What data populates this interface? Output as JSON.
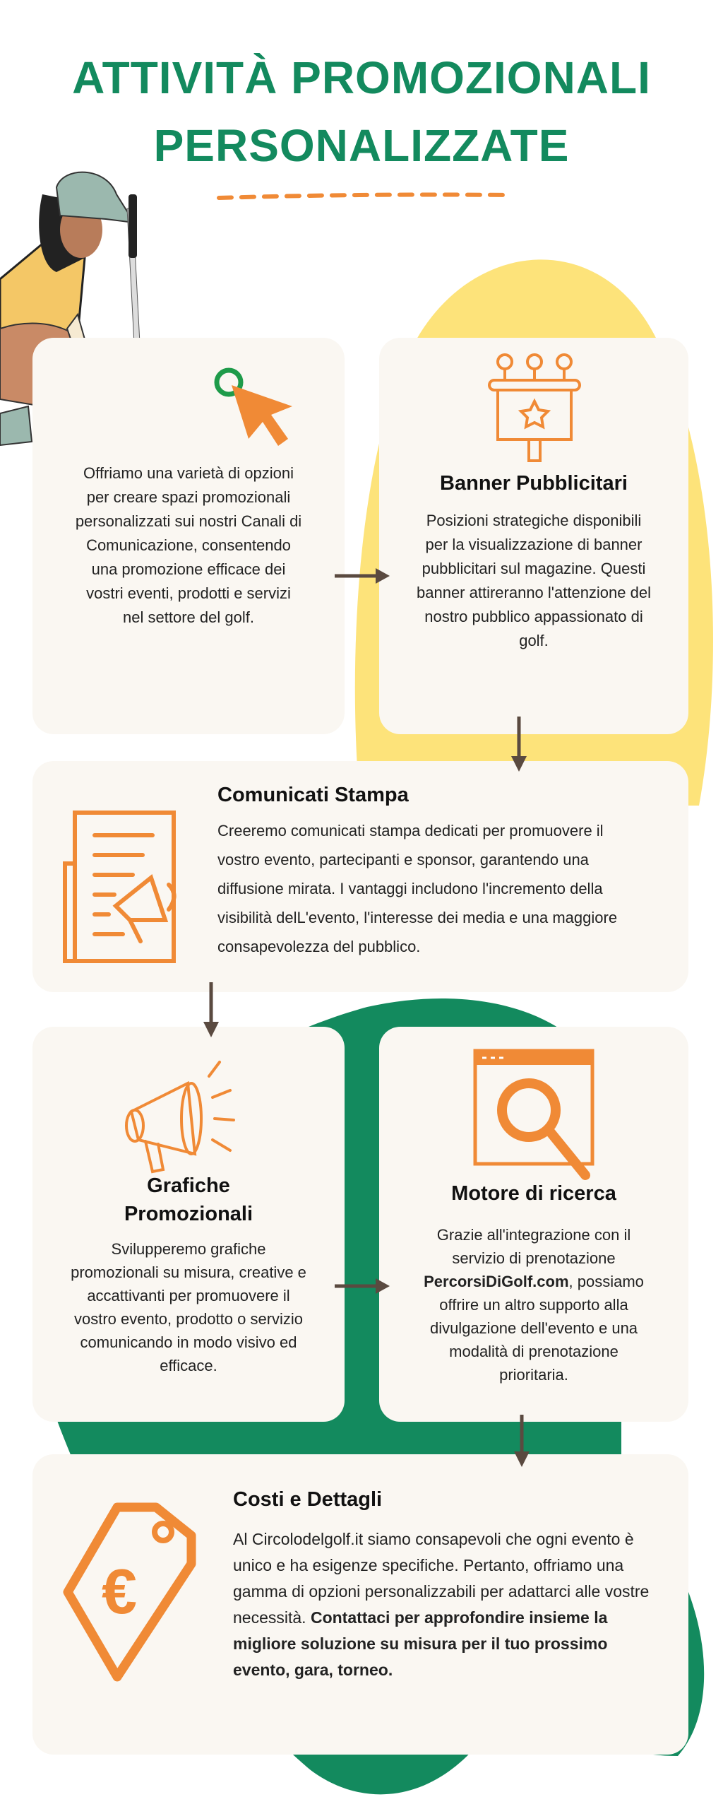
{
  "title_line1": "ATTIVITÀ PROMOZIONALI",
  "title_line2": "PERSONALIZZATE",
  "colors": {
    "green": "#138a5e",
    "orange": "#f08a36",
    "yellow": "#fde37a",
    "card": "#faf7f2",
    "arrow": "#5a4a40"
  },
  "intro": {
    "text": "Offriamo una varietà di opzioni per creare spazi promozionali personalizzati sui nostri Canali di Comunicazione, consentendo una promozione efficace dei vostri eventi, prodotti e servizi nel settore del golf.",
    "icon": "cursor-click-icon"
  },
  "banner": {
    "title": "Banner Pubblicitari",
    "text": "Posizioni strategiche disponibili per la visualizzazione di banner pubblicitari sul magazine. Questi banner attireranno l'attenzione del nostro pubblico appassionato di golf.",
    "icon": "billboard-star-icon"
  },
  "comunicati": {
    "title": "Comunicati Stampa",
    "text": "Creeremo comunicati stampa dedicati per promuovere il vostro evento, partecipanti e sponsor, garantendo una diffusione mirata. I vantaggi includono l'incremento della visibilità delL'evento, l'interesse dei media e una maggiore consapevolezza del pubblico.",
    "icon": "press-release-icon"
  },
  "grafiche": {
    "title": "Grafiche Promozionali",
    "text": "Svilupperemo grafiche promozionali su misura, creative e accattivanti per promuovere il vostro evento, prodotto o servizio comunicando in modo visivo ed efficace.",
    "icon": "megaphone-icon"
  },
  "motore": {
    "title": "Motore di ricerca",
    "text_before": "Grazie all'integrazione con il servizio di prenotazione",
    "text_bold": "PercorsiDiGolf.com",
    "text_after": ", possiamo offrire un altro supporto alla divulgazione dell'evento e una modalità di prenotazione prioritaria.",
    "icon": "search-window-icon"
  },
  "costi": {
    "title": "Costi e Dettagli",
    "text": "Al Circolodelgolf.it siamo consapevoli che ogni evento è unico e ha esigenze specifiche. Pertanto, offriamo una gamma di opzioni personalizzabili per adattarci alle vostre necessità.",
    "text_bold": "Contattaci per approfondire insieme la migliore soluzione su misura per il tuo prossimo evento, gara, torneo.",
    "icon": "euro-price-tag-icon"
  }
}
